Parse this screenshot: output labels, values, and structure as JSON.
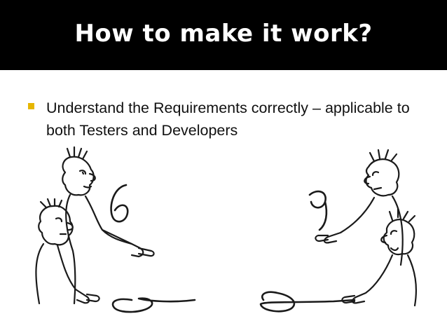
{
  "slide": {
    "title": "How to make it work?",
    "bullets": [
      {
        "text": "Understand the Requirements correctly – applicable to both Testers and Developers",
        "marker_color": "#e6b600"
      }
    ]
  },
  "illustration": {
    "left_numeral": "6",
    "right_numeral": "9"
  },
  "colors": {
    "title_bar": "#000000",
    "title_text": "#ffffff",
    "body_text": "#111111",
    "accent": "#e6b600"
  }
}
